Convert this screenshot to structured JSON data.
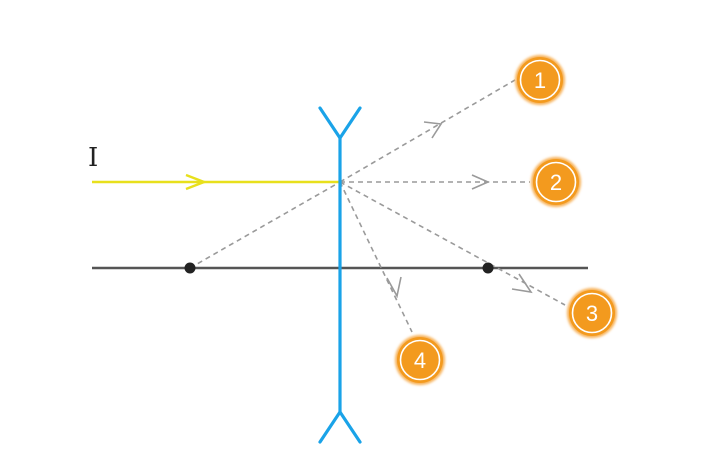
{
  "diagram": {
    "incident_ray_label": "I",
    "outgoing_rays": [
      {
        "id": "1",
        "label": "1"
      },
      {
        "id": "2",
        "label": "2"
      },
      {
        "id": "3",
        "label": "3"
      },
      {
        "id": "4",
        "label": "4"
      }
    ],
    "lens_type": "diverging (concave) lens",
    "colors": {
      "lens": "#1aa3e8",
      "incident_ray": "#e8e01c",
      "axis": "#555555",
      "dashed_ray": "#9a9a9a",
      "focal_point": "#222222",
      "badge_fill": "#f39a1e",
      "badge_ring": "#ffffff"
    }
  }
}
